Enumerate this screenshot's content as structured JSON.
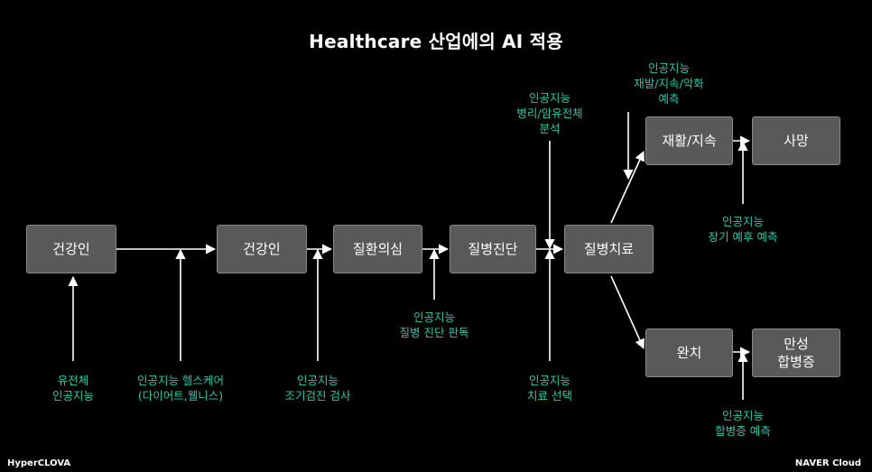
{
  "title": "Healthcare 산업에의 AI 적용",
  "nodes": {
    "healthy1": "건강인",
    "healthy2": "건강인",
    "suspect": "질환의심",
    "diagnosis": "질병진단",
    "treatment": "질병치료",
    "rehab": "재활/지속",
    "death": "사망",
    "cure": "완치",
    "chronic": [
      "만성",
      "합병증"
    ]
  },
  "notes": {
    "genetic": [
      "유전체",
      "인공지능"
    ],
    "healthcare": [
      "인공지능 헬스케어",
      "(다이어트,웰니스)"
    ],
    "early_check": [
      "인공지능",
      "조기검진 검사"
    ],
    "diag_read": [
      "인공지능",
      "질병 진단 판독"
    ],
    "pathology": [
      "인공지능",
      "병리/암유전체",
      "분석"
    ],
    "treat_select": [
      "인공지능",
      "치료 선택"
    ],
    "relapse": [
      "인공지능",
      "재발/지속/악화",
      "예측"
    ],
    "longterm": [
      "인공지능",
      "장기 예후 예측"
    ],
    "complication": [
      "인공지능",
      "합병증 예측"
    ]
  },
  "footer": {
    "left": "HyperCLOVA",
    "right": "NAVER Cloud"
  }
}
